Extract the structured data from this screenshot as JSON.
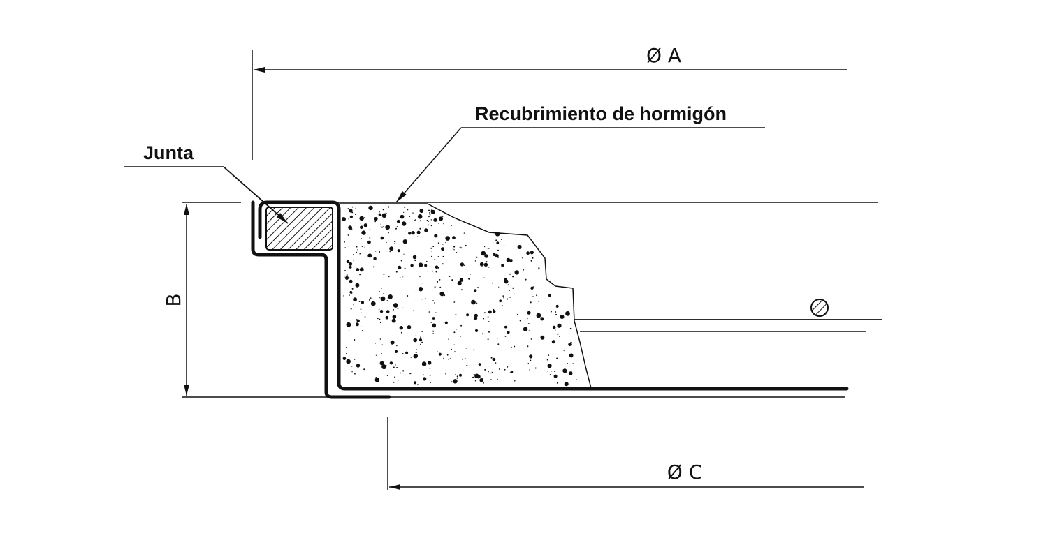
{
  "labels": {
    "dim_a": "Ø A",
    "dim_b": "B",
    "dim_c": "Ø C",
    "concrete": "Recubrimiento de hormigón",
    "gasket": "Junta"
  },
  "colors": {
    "ink": "#111111",
    "background": "#ffffff"
  }
}
